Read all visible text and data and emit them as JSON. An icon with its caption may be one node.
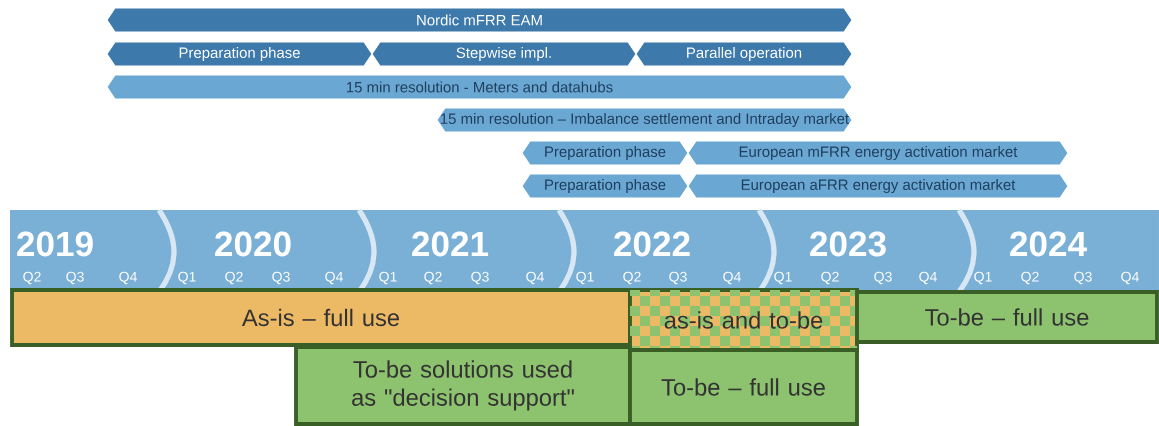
{
  "diagram": {
    "nodes": [
      {
        "text": [
          "Nordic mFRR EAM"
        ]
      },
      {
        "text": [
          "Preparation phase"
        ]
      },
      {
        "text": [
          "Stepwise impl."
        ]
      },
      {
        "text": [
          "Parallel operation"
        ]
      },
      {
        "text": [
          "15 min resolution - Meters and datahubs"
        ]
      },
      {
        "text": [
          "15 min resolution – Imbalance settlement and Intraday market"
        ]
      },
      {
        "text": [
          "Preparation phase"
        ]
      },
      {
        "text": [
          "European mFRR energy activation market"
        ]
      },
      {
        "text": [
          "Preparation phase"
        ]
      },
      {
        "text": [
          "European aFRR energy activation market"
        ]
      },
      {
        "text": [
          "As-is – full use"
        ]
      },
      {
        "text": [
          "as-is and to-be"
        ]
      },
      {
        "text": [
          "To-be – full use"
        ]
      },
      {
        "text": [
          "To-be solutions used as \"decision support\""
        ]
      },
      {
        "text": [
          "To-be – full use"
        ]
      }
    ],
    "labels": [
      "2019",
      "2020",
      "2021",
      "2022",
      "2023",
      "2024",
      "Q2",
      "Q3",
      "Q4",
      "Q1",
      "Q2",
      "Q3",
      "Q4",
      "Q1",
      "Q2",
      "Q3",
      "Q4",
      "Q1",
      "Q2",
      "Q3",
      "Q4",
      "Q1",
      "Q2",
      "Q3",
      "Q4",
      "Q1",
      "Q2",
      "Q3",
      "Q4"
    ]
  }
}
